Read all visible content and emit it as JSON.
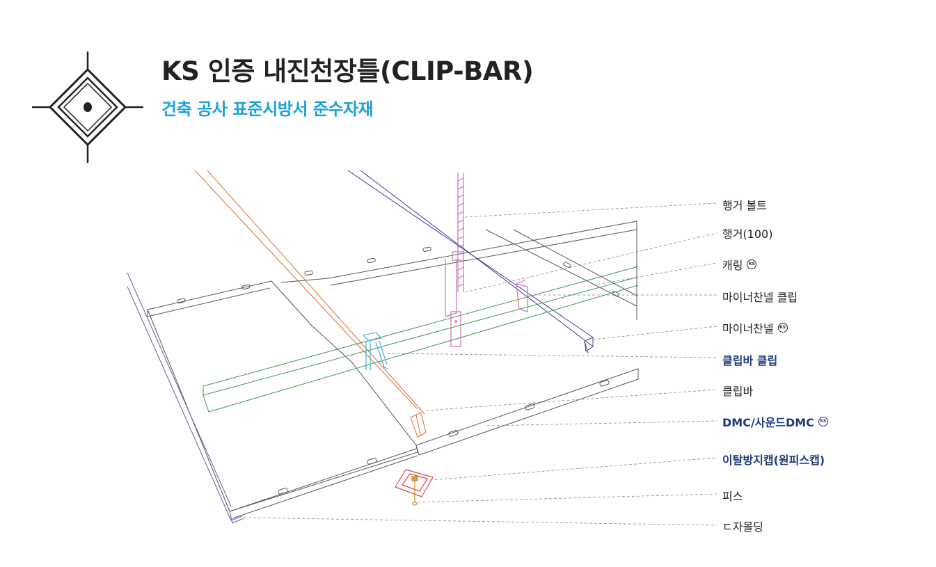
{
  "header": {
    "title": "KS 인증 내진천장틀(CLIP-BAR)",
    "subtitle": "건축 공사 표준시방서 준수자재"
  },
  "callouts": [
    {
      "id": "hanger-bolt",
      "text": "행거 볼트",
      "ks": false,
      "highlight": false
    },
    {
      "id": "hanger",
      "text": "행거(100)",
      "ks": false,
      "highlight": false
    },
    {
      "id": "carrying",
      "text": "캐링",
      "ks": true,
      "highlight": false
    },
    {
      "id": "minor-channel-clip",
      "text": "마이너찬넬 클립",
      "ks": false,
      "highlight": false
    },
    {
      "id": "minor-channel",
      "text": "마이너찬넬",
      "ks": true,
      "highlight": false
    },
    {
      "id": "clipbar-clip",
      "text": "클립바 클립",
      "ks": false,
      "highlight": true
    },
    {
      "id": "clipbar",
      "text": "클립바",
      "ks": false,
      "highlight": false
    },
    {
      "id": "dmc",
      "text": "DMC/사운드DMC",
      "ks": true,
      "highlight": true
    },
    {
      "id": "anti-detach-cap",
      "text": "이탈방지캡(원피스캡)",
      "ks": false,
      "highlight": true
    },
    {
      "id": "screw",
      "text": "피스",
      "ks": false,
      "highlight": false
    },
    {
      "id": "c-molding",
      "text": "ㄷ자몰딩",
      "ks": false,
      "highlight": false
    }
  ],
  "ks_mark": "KS",
  "colors": {
    "title": "#222222",
    "subtitle": "#1ba3d8",
    "highlight_label": "#1e3a7a",
    "hanger_bolt": "#d070b0",
    "carrying": "#3a3aa0",
    "minor_channel": "#3a9a4a",
    "clipbar": "#e06a2a",
    "clipbar_clip": "#5ab8e0",
    "cap": "#e04848",
    "panel": "#555555",
    "molding": "#6a5ab0"
  }
}
